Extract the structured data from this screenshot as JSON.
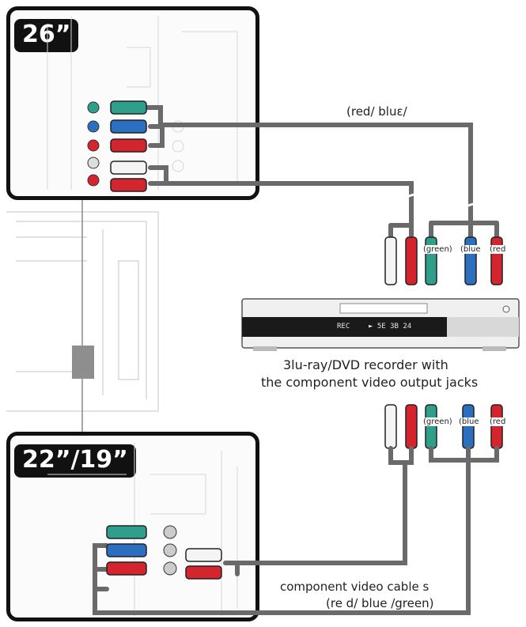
{
  "tv_top": {
    "size_label": "26”"
  },
  "tv_bottom": {
    "size_label": "22”/19”"
  },
  "cable_top": {
    "colors_label": "(red/ bluε/"
  },
  "jacks_top": {
    "green": "(green)",
    "blue": "(blue",
    "red": "(red"
  },
  "jacks_bottom": {
    "green": "(green)",
    "blue": "(blue",
    "red": "(red"
  },
  "recorder": {
    "caption_line1": "3lu-ray/DVD recorder with",
    "caption_line2": "the component video output jacks",
    "display_left": "REC",
    "display_right": "► 5E 3B 24"
  },
  "cable_bottom": {
    "label_line1": "component video cable s",
    "label_line2": "(re d/ blue /green)"
  },
  "colors": {
    "green": "#2f9e8a",
    "blue": "#2b6fc0",
    "red": "#d4242e",
    "white": "#f4f4f4",
    "cable": "#6a6a6a",
    "panel_border": "#111111"
  }
}
